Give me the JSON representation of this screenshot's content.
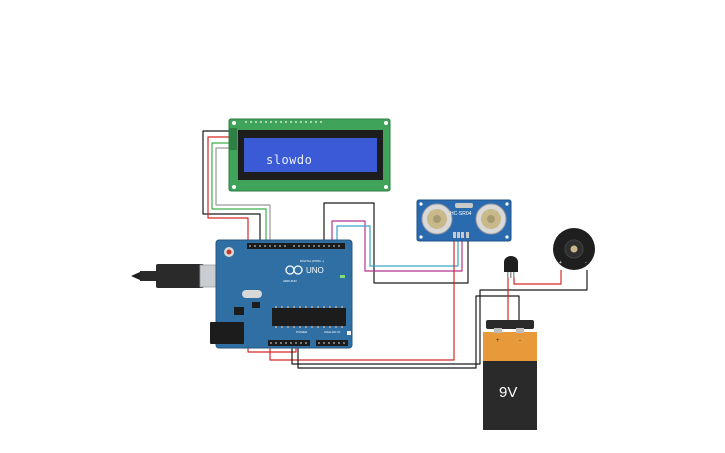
{
  "lcd": {
    "display_text": "slowdo"
  },
  "arduino": {
    "brand_label": "UNO",
    "logo_text": "ARDUINO",
    "digital_label": "DIGITAL (PWM ~)",
    "power_label": "POWER",
    "analog_label": "ANALOG IN"
  },
  "ultrasonic": {
    "model_label": "HC-SR04"
  },
  "battery": {
    "voltage_label": "9V",
    "plus_sign": "+",
    "minus_sign": "-"
  },
  "buzzer": {
    "plus_sign": "+",
    "minus_sign": "-"
  },
  "colors": {
    "pcb_blue": "#2f6fa3",
    "lcd_green": "#3fa35a",
    "lcd_screen": "#3b5bd6",
    "wire_red": "#d62828",
    "wire_black": "#1a1a1a",
    "wire_green": "#3cb04a",
    "wire_magenta": "#b3348f",
    "wire_cyan": "#3aa3c9",
    "battery_orange": "#e89a3a"
  }
}
